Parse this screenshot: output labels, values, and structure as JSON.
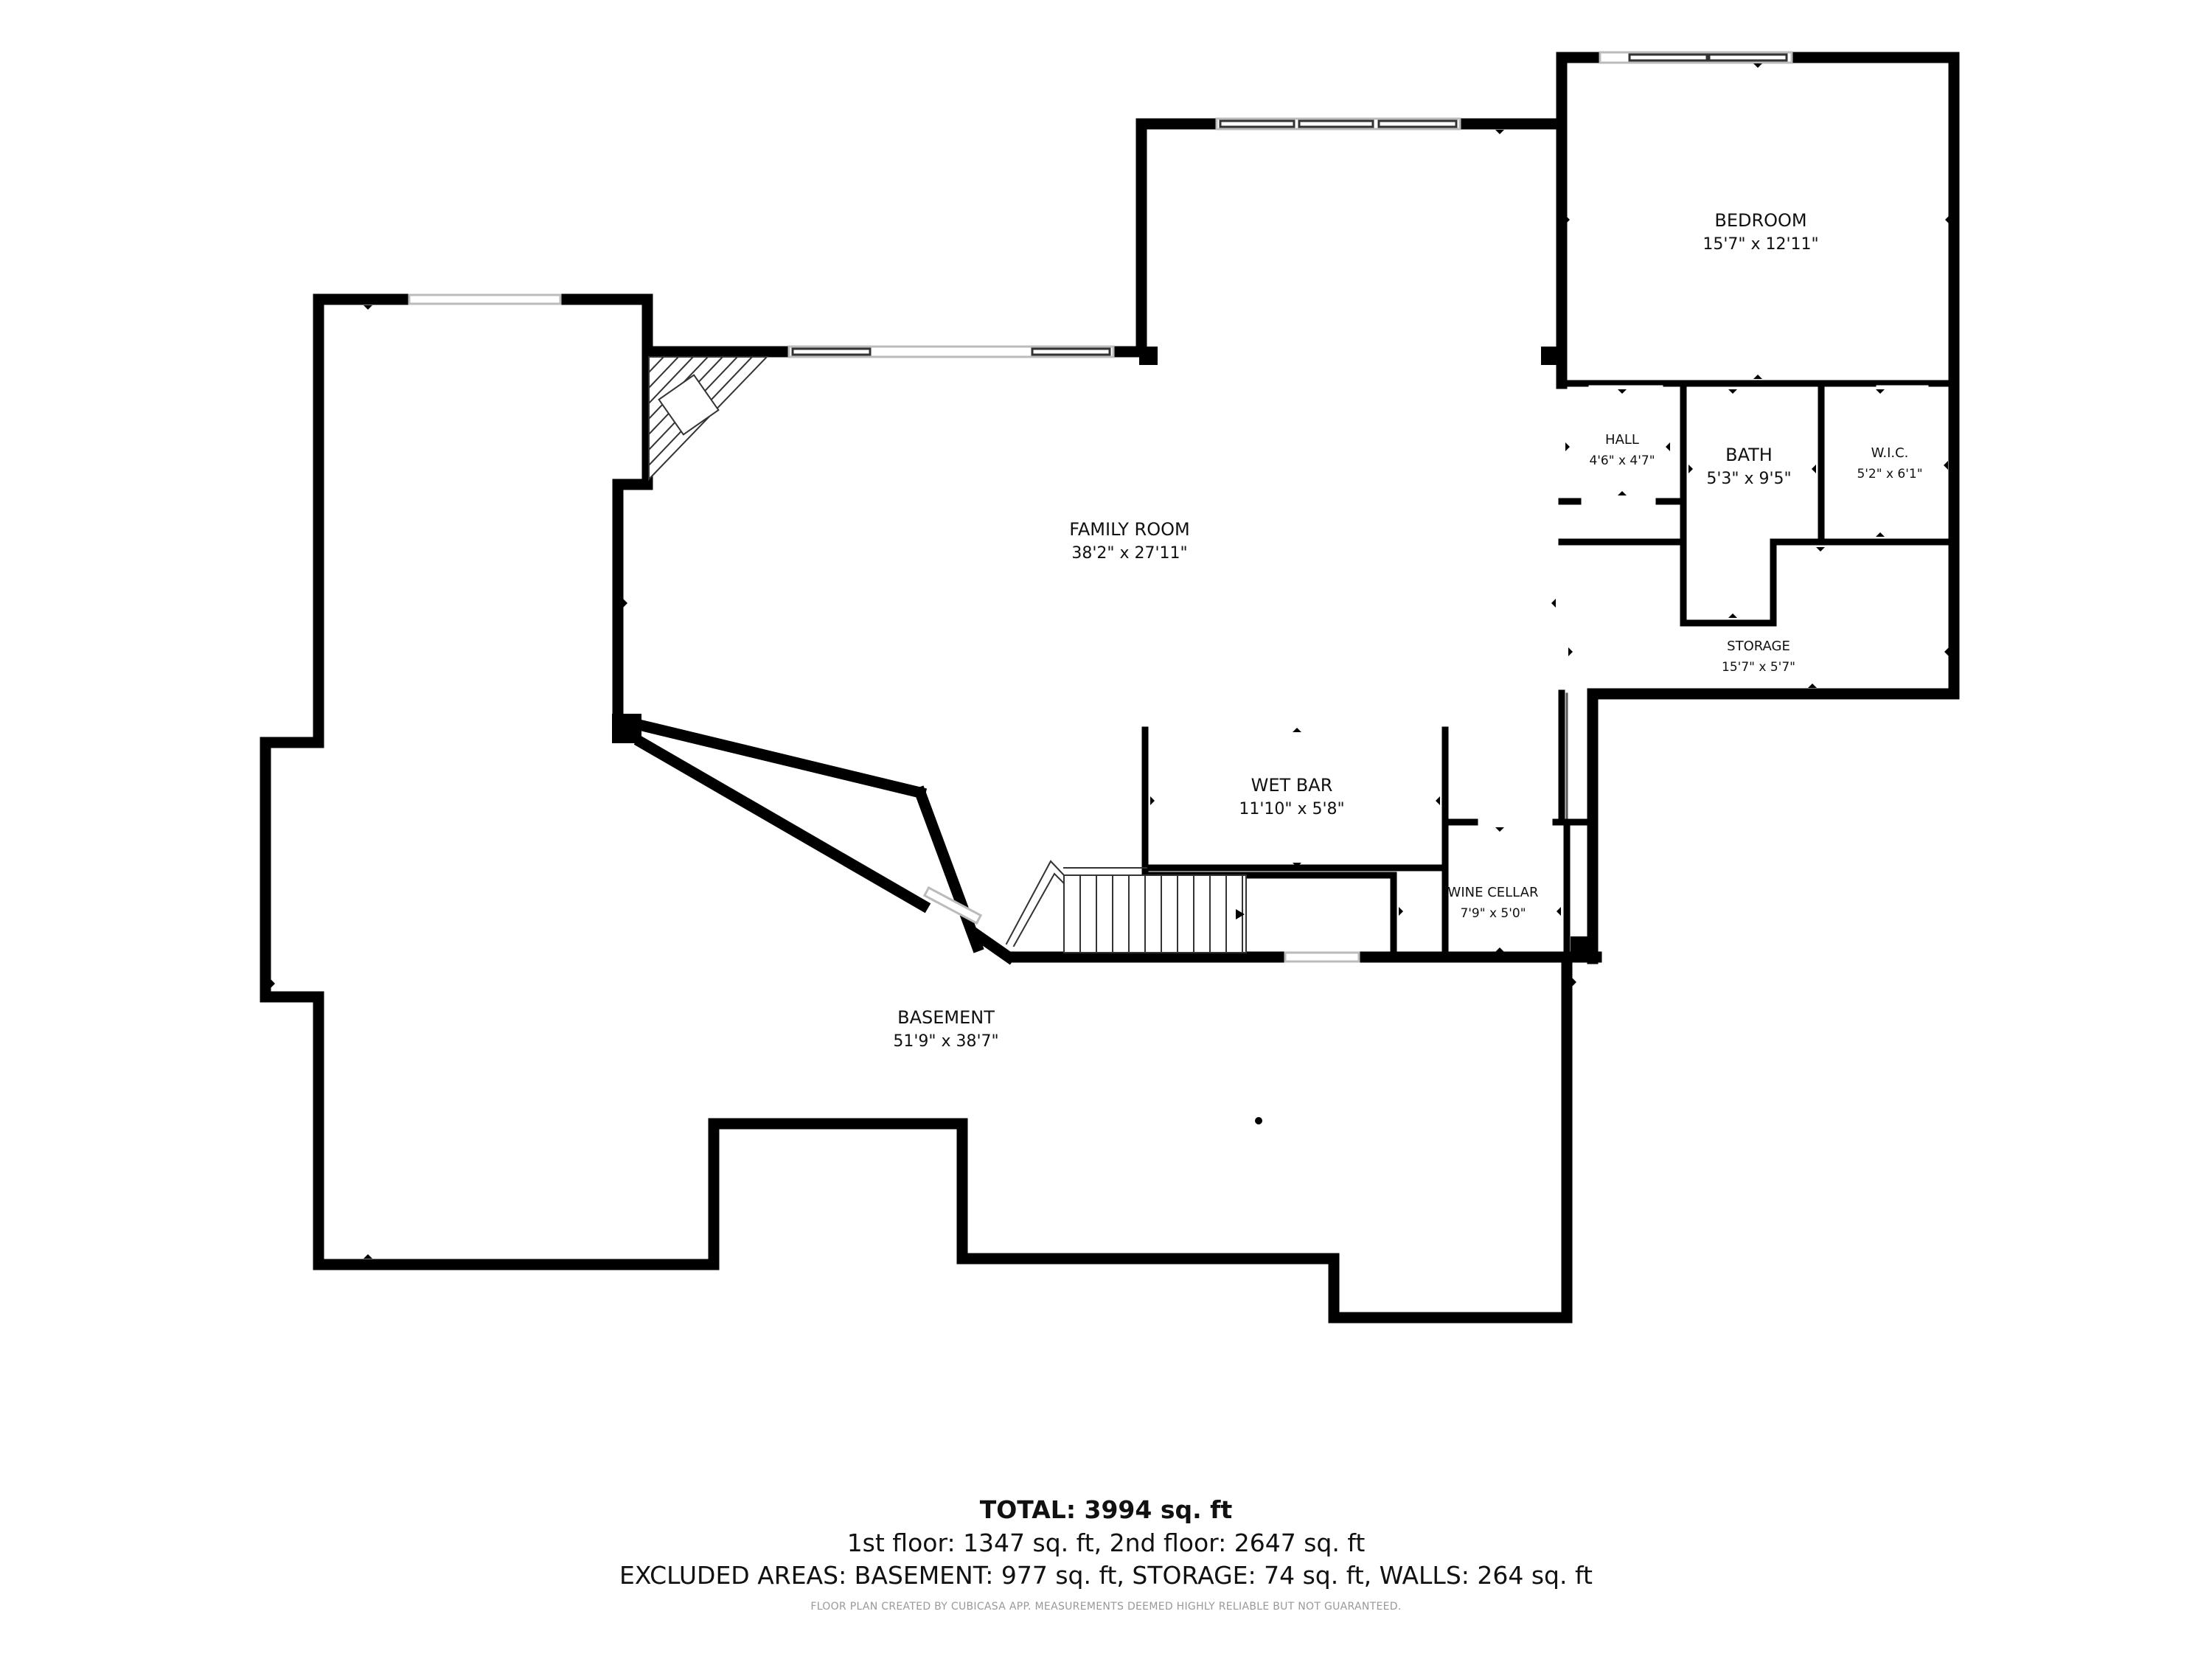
{
  "rooms": {
    "bedroom": {
      "name": "BEDROOM",
      "dims": "15'7\" x 12'11\""
    },
    "hall": {
      "name": "HALL",
      "dims": "4'6\" x 4'7\""
    },
    "bath": {
      "name": "BATH",
      "dims": "5'3\" x 9'5\""
    },
    "wic": {
      "name": "W.I.C.",
      "dims": "5'2\" x 6'1\""
    },
    "storage": {
      "name": "STORAGE",
      "dims": "15'7\" x 5'7\""
    },
    "family_room": {
      "name": "FAMILY ROOM",
      "dims": "38'2\" x 27'11\""
    },
    "wet_bar": {
      "name": "WET BAR",
      "dims": "11'10\" x 5'8\""
    },
    "wine_cellar": {
      "name": "WINE CELLAR",
      "dims": "7'9\" x 5'0\""
    },
    "basement": {
      "name": "BASEMENT",
      "dims": "51'9\" x 38'7\""
    }
  },
  "summary": {
    "total": "TOTAL: 3994 sq. ft",
    "floors": "1st floor: 1347 sq. ft, 2nd floor: 2647 sq. ft",
    "excluded": "EXCLUDED AREAS: BASEMENT: 977 sq. ft, STORAGE: 74 sq. ft, WALLS: 264 sq. ft",
    "disclaimer": "FLOOR PLAN CREATED BY CUBICASA APP. MEASUREMENTS DEEMED HIGHLY RELIABLE BUT NOT GUARANTEED."
  }
}
